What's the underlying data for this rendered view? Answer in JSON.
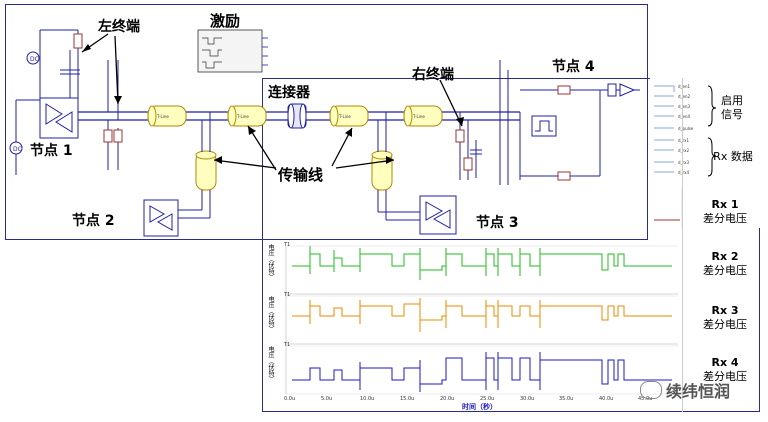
{
  "labels": {
    "left_term": "左终端",
    "stimulus": "激励",
    "connector": "连接器",
    "right_term": "右终端",
    "node1": "节点 1",
    "node2": "节点 2",
    "node3": "节点 3",
    "node4": "节点 4",
    "tline": "传输线",
    "tline_box": "T-Line"
  },
  "side_labels": {
    "enable_line1": "启用",
    "enable_line2": "信号",
    "rx_data": "Rx 数据",
    "rx1_line1": "Rx 1",
    "rx1_line2": "差分电压",
    "rx2_line1": "Rx 2",
    "rx2_line2": "差分电压",
    "rx3_line1": "Rx 3",
    "rx3_line2": "差分电压",
    "rx4_line1": "Rx 4",
    "rx4_line2": "差分电压"
  },
  "signal_names": [
    "d_en1",
    "d_en2",
    "d_en3",
    "d_en4",
    "d_pulse",
    "d_rx1",
    "d_rx2",
    "d_rx3",
    "d_rx4"
  ],
  "plot": {
    "ylabel": "电压（伏特）",
    "xlabel": "时间（秒）",
    "xticks": [
      "0.0u",
      "5.0u",
      "10.0u",
      "15.0u",
      "20.0u",
      "25.0u",
      "30.0u",
      "35.0u",
      "40.0u",
      "45.0u"
    ],
    "trace_tags": [
      "T1",
      "T1",
      "T1"
    ]
  },
  "watermark": "续纬恒润",
  "colors": {
    "frame": "#2b2b8c",
    "wire": "#1f1fa8",
    "wire_alt": "#3a2aa0",
    "tline_fill": "#ffffc0",
    "tline_stroke": "#b08a00",
    "rx2": "#22bb22",
    "rx3": "#ee8800",
    "rx4": "#1a1acc",
    "enable": "#88aadd",
    "rx1": "#9b3333"
  }
}
